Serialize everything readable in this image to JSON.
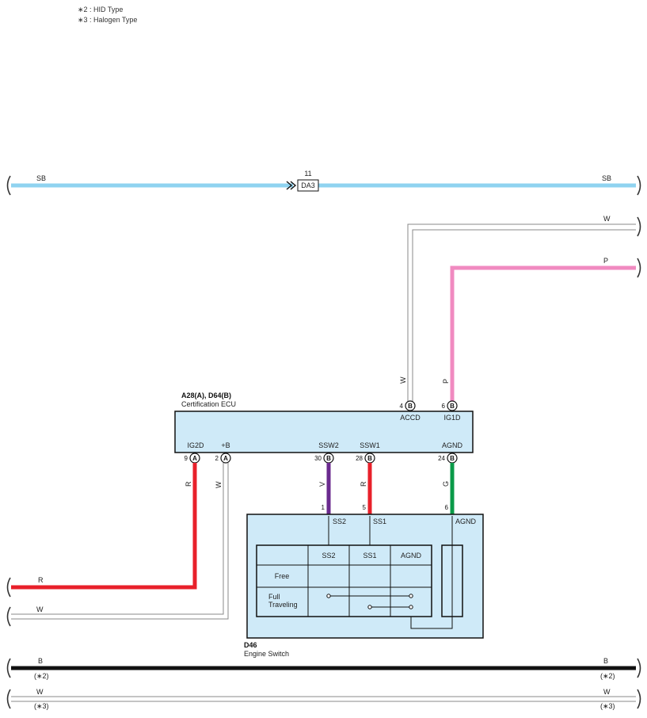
{
  "notes": [
    "∗2 : HID Type",
    "∗3 : Halogen Type"
  ],
  "colors": {
    "SB": "#8fd3f0",
    "P": "#f08ac0",
    "R": "#e8202a",
    "V": "#6a2a8e",
    "G": "#0a9a48",
    "B": "#111111",
    "box": "#cfeaf8"
  },
  "wires": {
    "sb_left": "SB",
    "sb_right": "SB",
    "w_top": "W",
    "p_top": "P",
    "r_left": "R",
    "w_left": "W",
    "b_bottom_left": "B",
    "b_bottom_right": "B",
    "b_note_left": "(∗2)",
    "b_note_right": "(∗2)",
    "w_bottom_left": "W",
    "w_bottom_right": "W",
    "w_note_left": "(∗3)",
    "w_note_right": "(∗3)",
    "v_label": "V",
    "r_label": "R",
    "r2_label": "R",
    "w2_label": "W",
    "g_label": "G",
    "w_acc_label": "W",
    "p_ig_label": "P"
  },
  "connector_da3": {
    "pin": "11",
    "name": "DA3"
  },
  "ecu": {
    "code": "A28(A), D64(B)",
    "name": "Certification ECU",
    "top_pins": [
      {
        "num": "4",
        "conn": "B",
        "label": "ACCD"
      },
      {
        "num": "6",
        "conn": "B",
        "label": "IG1D"
      }
    ],
    "bottom_pins": [
      {
        "num": "9",
        "conn": "A",
        "label": "IG2D"
      },
      {
        "num": "2",
        "conn": "A",
        "label": "+B"
      },
      {
        "num": "30",
        "conn": "B",
        "label": "SSW2"
      },
      {
        "num": "28",
        "conn": "B",
        "label": "SSW1"
      },
      {
        "num": "24",
        "conn": "B",
        "label": "AGND"
      }
    ]
  },
  "switch": {
    "code": "D46",
    "name": "Engine Switch",
    "pins": [
      {
        "num": "1",
        "label": "SS2"
      },
      {
        "num": "5",
        "label": "SS1"
      },
      {
        "num": "6",
        "label": "AGND"
      }
    ],
    "table": {
      "headers": [
        "SS2",
        "SS1",
        "AGND"
      ],
      "rows": [
        "Free",
        "Full",
        "Traveling"
      ]
    }
  }
}
